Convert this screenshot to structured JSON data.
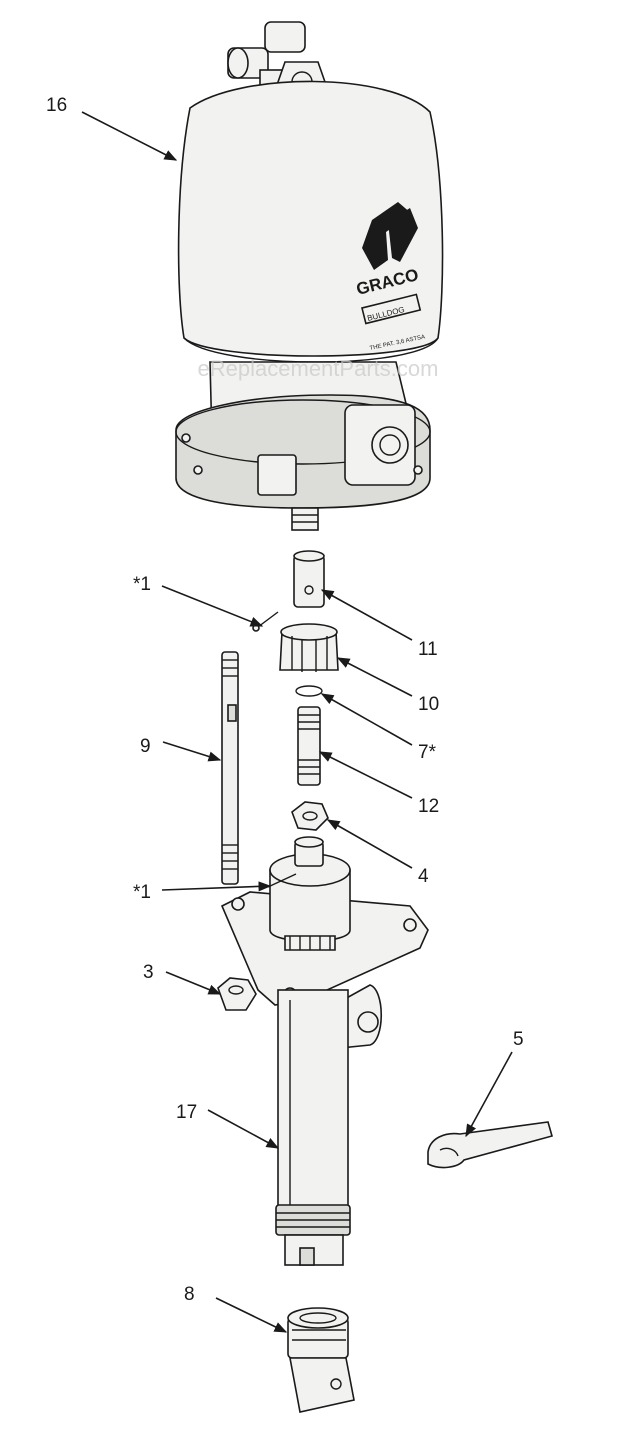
{
  "watermark": "eReplacementParts.com",
  "logo": {
    "brand": "GRACO",
    "model": "BULLDOG",
    "patent_text": "THE PAT. 3,6 ASTSA"
  },
  "callouts": [
    {
      "id": "16",
      "label": "16"
    },
    {
      "id": "1a",
      "label": "*1"
    },
    {
      "id": "11",
      "label": "11"
    },
    {
      "id": "10",
      "label": "10"
    },
    {
      "id": "7",
      "label": "7*"
    },
    {
      "id": "9",
      "label": "9"
    },
    {
      "id": "12",
      "label": "12"
    },
    {
      "id": "4",
      "label": "4"
    },
    {
      "id": "1b",
      "label": "*1"
    },
    {
      "id": "3",
      "label": "3"
    },
    {
      "id": "5",
      "label": "5"
    },
    {
      "id": "17",
      "label": "17"
    },
    {
      "id": "8",
      "label": "8"
    }
  ]
}
